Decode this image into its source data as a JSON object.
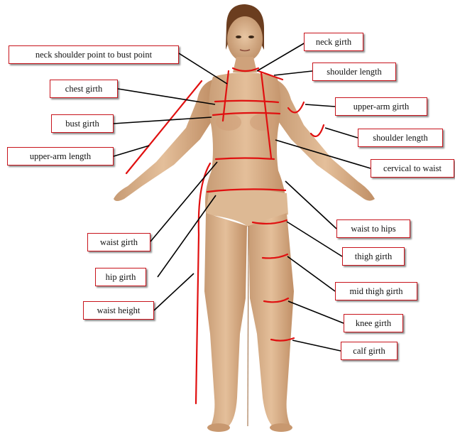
{
  "labels": {
    "neck_shoulder_point_to_bust_point": "neck shoulder point to bust point",
    "chest_girth": "chest girth",
    "bust_girth": "bust girth",
    "upper_arm_length": "upper-arm length",
    "waist_girth": "waist girth",
    "hip_girth": "hip girth",
    "waist_height": "waist height",
    "neck_girth": "neck girth",
    "shoulder_length_1": "shoulder length",
    "upper_arm_girth": "upper-arm girth",
    "shoulder_length_2": "shoulder length",
    "cervical_to_waist": "cervical to waist",
    "waist_to_hips": "waist to hips",
    "thigh_girth": "thigh girth",
    "mid_thigh_girth": "mid thigh girth",
    "knee_girth": "knee girth",
    "calf_girth": "calf girth"
  },
  "colors": {
    "measurement_line": "#e01010",
    "leader_line": "#000000",
    "label_border": "#c8141c",
    "skin": "#d9b08a",
    "skin_shadow": "#b8865f",
    "hair": "#6b3d1f"
  }
}
